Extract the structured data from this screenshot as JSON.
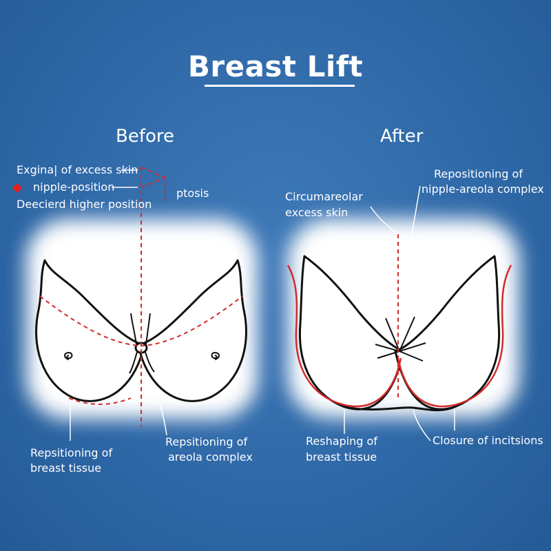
{
  "title": "Breast Lift",
  "before": {
    "heading": "Before",
    "labels": {
      "excess_skin": "Exgina| of excess skin",
      "nipple_position": "nipple-position",
      "higher_position": "Deecierd higher position",
      "ptosis": "ptosis",
      "tissue_line1": "Repsitioning of",
      "tissue_line2": "breast tissue",
      "areola_line1": "Repsitioning of",
      "areola_line2": "areola complex"
    }
  },
  "after": {
    "heading": "After",
    "labels": {
      "circum_line1": "Circumareolar",
      "circum_line2": "excess skin",
      "nac_line1": "Repositioning of",
      "nac_line2": "nipple-areola complex",
      "reshape_line1": "Reshaping of",
      "reshape_line2": "breast tissue",
      "closure": "Closure of incitsions"
    }
  },
  "colors": {
    "background": "#2f69a8",
    "guide_red": "#d42a2a",
    "outline": "#111111",
    "text": "#ffffff"
  },
  "icons": [
    "marker-diamond-icon"
  ]
}
